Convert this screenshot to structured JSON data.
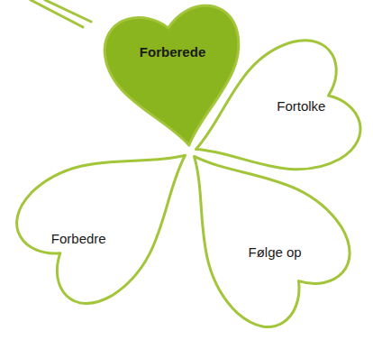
{
  "diagram": {
    "nodes": [
      {
        "text": [
          "Forberede"
        ]
      },
      {
        "text": [
          "Fortolke"
        ]
      },
      {
        "text": [
          "Følge op"
        ]
      },
      {
        "text": [
          "Forbedre"
        ]
      }
    ]
  }
}
